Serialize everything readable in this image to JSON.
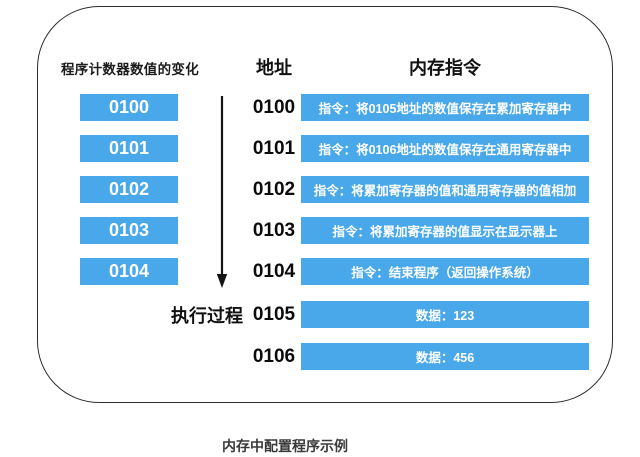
{
  "caption": "内存中配置程序示例",
  "colors": {
    "accent_blue": "#49A8EA",
    "border": "#2D2D2D",
    "heading_text": "#111111",
    "box_text": "#FFFFFF",
    "caption_text": "#3A3A3A"
  },
  "icons": {
    "execution_arrow": "arrow-down"
  },
  "diagram": {
    "pc_header": "程序计数器数值的变化",
    "address_header": "地址",
    "memory_header": "内存指令",
    "execution_label": "执行过程",
    "pc_values": [
      "0100",
      "0101",
      "0102",
      "0103",
      "0104"
    ],
    "rows": [
      {
        "address": "0100",
        "content": "指令：将0105地址的数值保存在累加寄存器中"
      },
      {
        "address": "0101",
        "content": "指令：将0106地址的数值保存在通用寄存器中"
      },
      {
        "address": "0102",
        "content": "指令：将累加寄存器的值和通用寄存器的值相加"
      },
      {
        "address": "0103",
        "content": "指令：将累加寄存器的值显示在显示器上"
      },
      {
        "address": "0104",
        "content": "指令：结束程序（返回操作系统）"
      },
      {
        "address": "0105",
        "content": "数据：123"
      },
      {
        "address": "0106",
        "content": "数据：456"
      }
    ]
  }
}
